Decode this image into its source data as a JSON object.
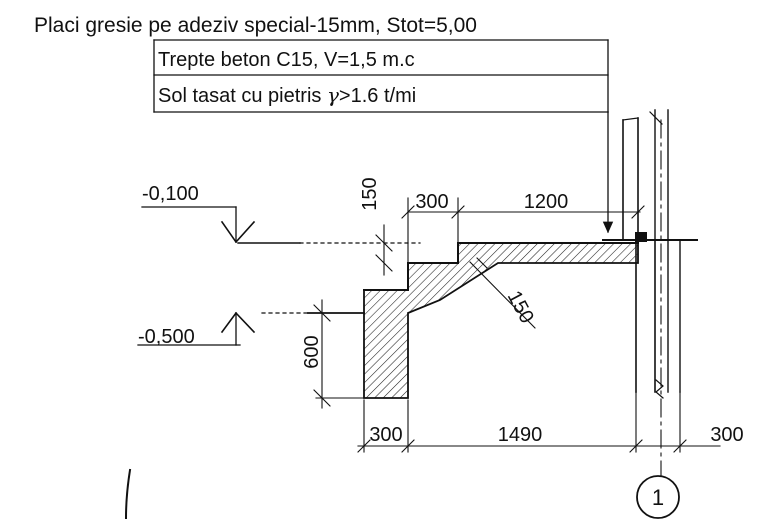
{
  "notes": {
    "line1": "Placi gresie pe adeziv special-15mm, Stot=5,00",
    "line2": "Trepte beton C15, V=1,5 m.c",
    "line3_prefix": "Sol tasat cu pietris ",
    "line3_gamma": "γ",
    "line3_suffix": ">1.6 t/mi"
  },
  "levels": {
    "upper": "-0,100",
    "lower": "-0,500"
  },
  "dimensions": {
    "step_height": "150",
    "step_width": "300",
    "landing_width": "1200",
    "slab_thickness": "150",
    "foundation_height": "600",
    "foundation_width": "300",
    "total_length": "1490",
    "wall_offset": "300"
  },
  "axis": {
    "label": "1"
  },
  "colors": {
    "ink": "#111111",
    "hatch": "#222222",
    "paper": "#ffffff"
  }
}
